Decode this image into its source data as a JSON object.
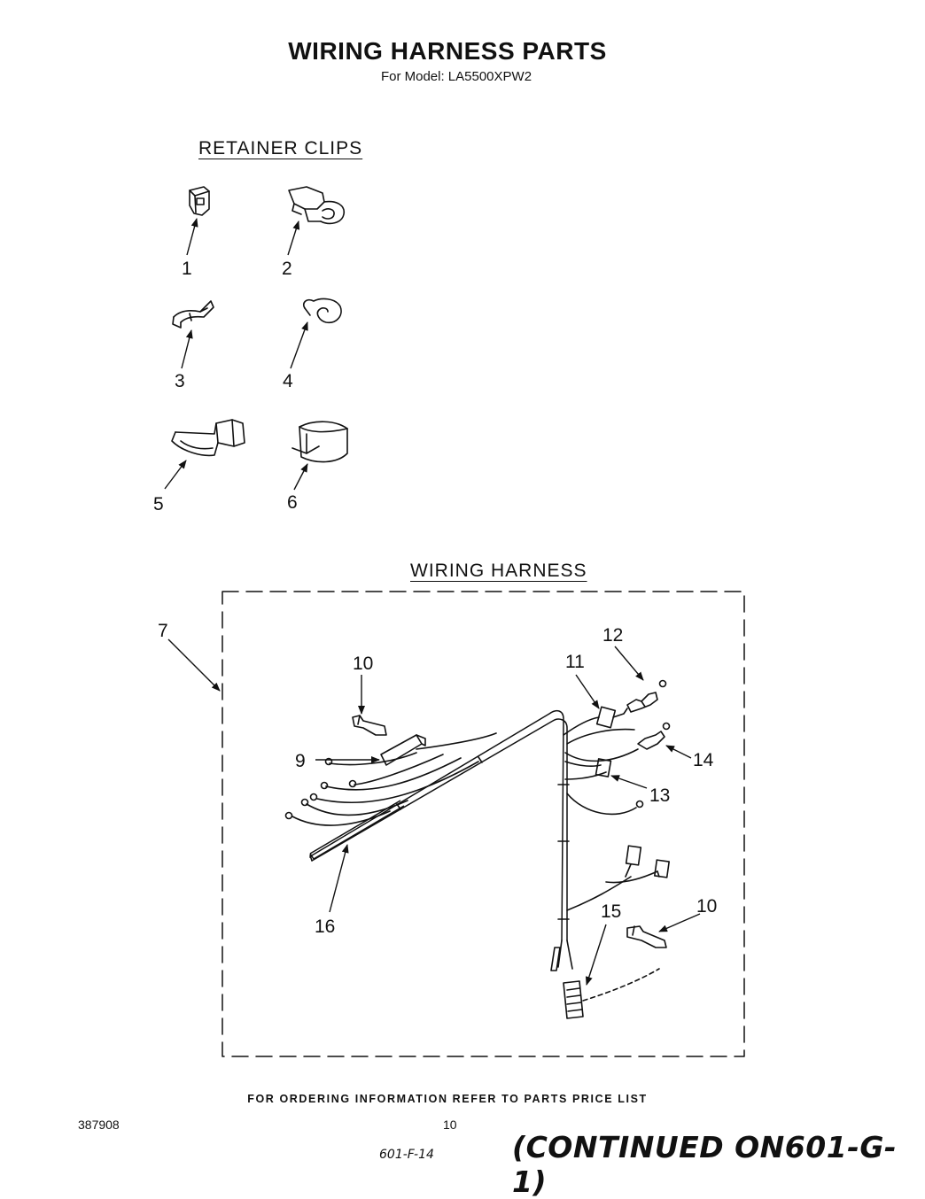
{
  "header": {
    "title": "WIRING HARNESS PARTS",
    "subtitle": "For Model: LA5500XPW2"
  },
  "sections": {
    "retainer_clips": "RETAINER CLIPS",
    "wiring_harness": "WIRING HARNESS"
  },
  "callouts": {
    "c1": "1",
    "c2": "2",
    "c3": "3",
    "c4": "4",
    "c5": "5",
    "c6": "6",
    "c7": "7",
    "c9": "9",
    "c10a": "10",
    "c10b": "10",
    "c11": "11",
    "c12": "12",
    "c13": "13",
    "c14": "14",
    "c15": "15",
    "c16": "16"
  },
  "footer": {
    "ordering_info": "FOR ORDERING INFORMATION REFER TO PARTS PRICE LIST",
    "code": "387908",
    "page_number": "10",
    "handwritten_note": "601-F-14",
    "continued": "(CONTINUED ON601-G-1)"
  }
}
